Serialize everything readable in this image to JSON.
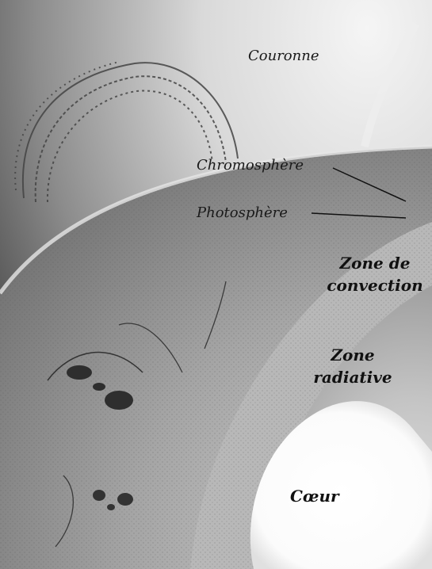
{
  "labels": {
    "corona": "Couronne",
    "chromosphere": "Chromosphère",
    "photosphere": "Photosphère",
    "convection_zone_line1": "Zone de",
    "convection_zone_line2": "convection",
    "radiative_zone_line1": "Zone",
    "radiative_zone_line2": "radiative",
    "core": "Cœur"
  }
}
